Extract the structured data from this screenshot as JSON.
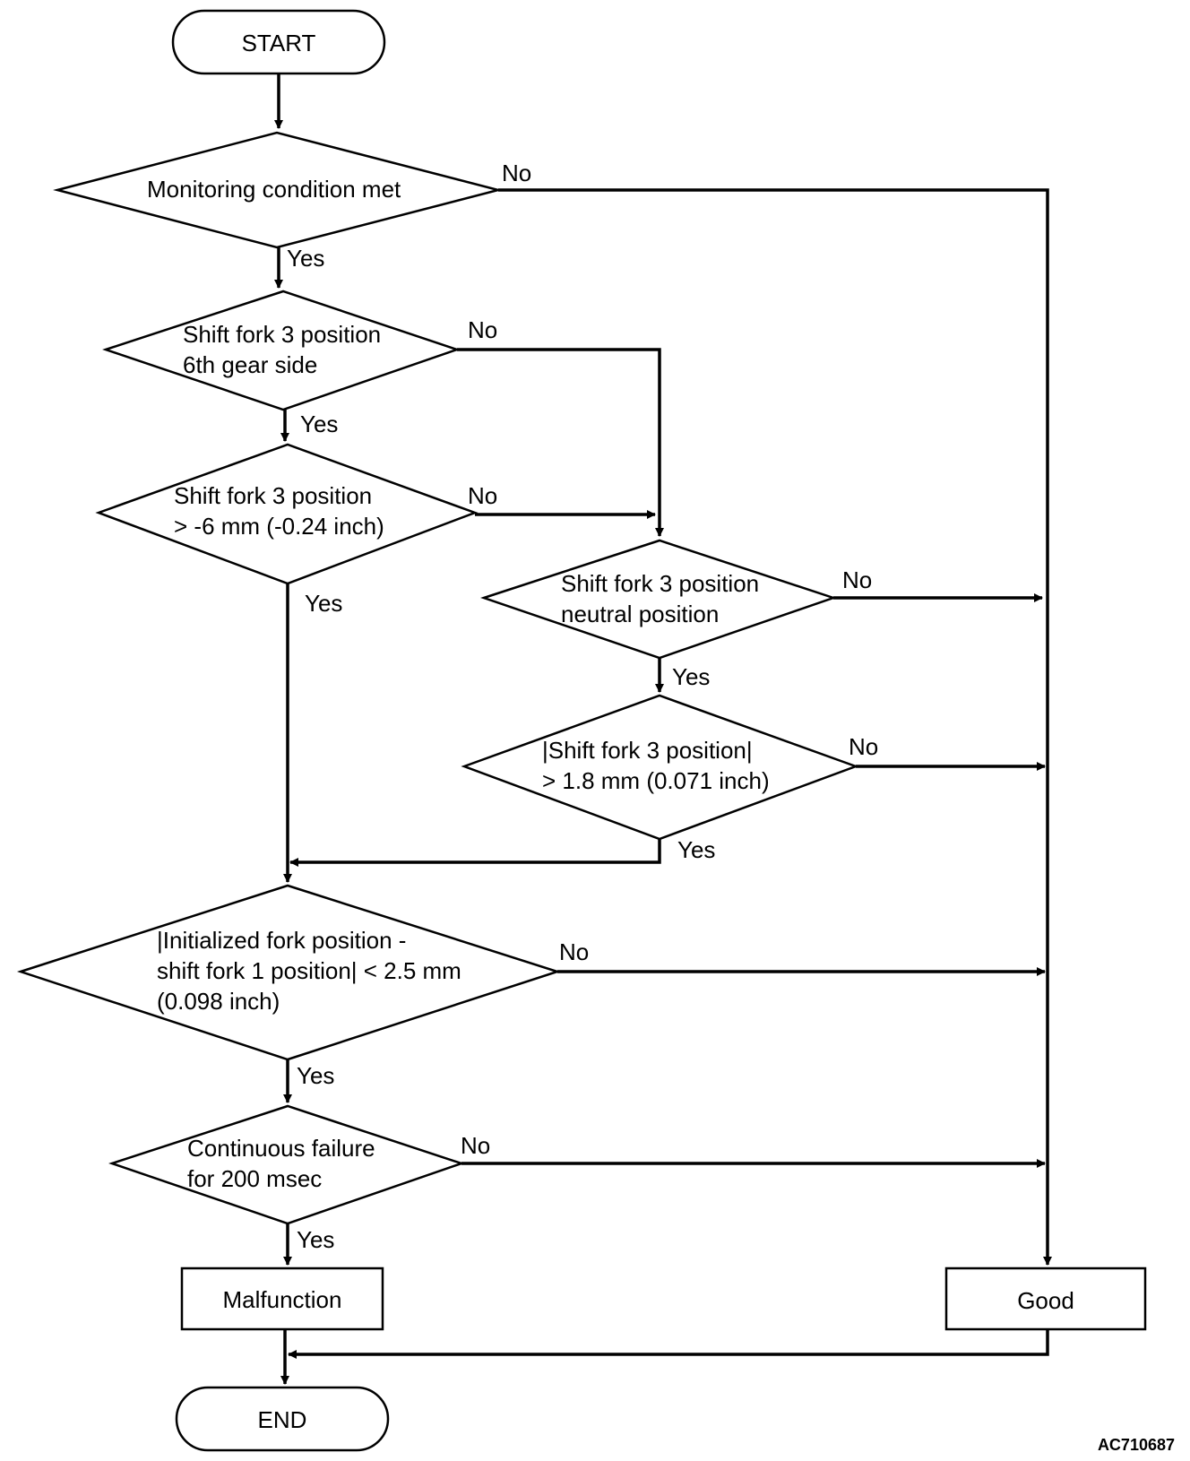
{
  "start": {
    "label": "START"
  },
  "end": {
    "label": "END"
  },
  "decisions": {
    "d1": {
      "lines": [
        "Monitoring condition met"
      ]
    },
    "d2": {
      "lines": [
        "Shift fork 3 position",
        "6th gear side"
      ]
    },
    "d3": {
      "lines": [
        "Shift fork 3 position",
        "> -6 mm (-0.24 inch)"
      ]
    },
    "d4": {
      "lines": [
        "Shift fork 3 position",
        "neutral position"
      ]
    },
    "d5": {
      "lines": [
        "|Shift fork 3 position|",
        "> 1.8 mm (0.071 inch)"
      ]
    },
    "d6": {
      "lines": [
        "|Initialized fork position -",
        "shift fork 1 position| < 2.5 mm",
        "(0.098 inch)"
      ]
    },
    "d7": {
      "lines": [
        "Continuous failure",
        "for 200 msec"
      ]
    }
  },
  "results": {
    "malfunction": "Malfunction",
    "good": "Good"
  },
  "branch_labels": {
    "yes": "Yes",
    "no": "No"
  },
  "figure_code": "AC710687"
}
